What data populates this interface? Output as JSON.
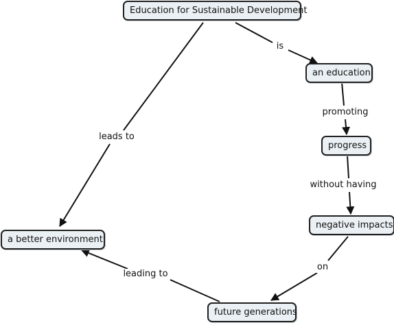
{
  "nodes": {
    "esd": "Education for Sustainable Development",
    "education": "an education",
    "progress": "progress",
    "negative": "negative impacts",
    "future": "future generations",
    "environment": "a better environment"
  },
  "links": {
    "is": "is",
    "promoting": "promoting",
    "without_having": "without having",
    "on": "on",
    "leading_to": "leading to",
    "leads_to": "leads to"
  }
}
